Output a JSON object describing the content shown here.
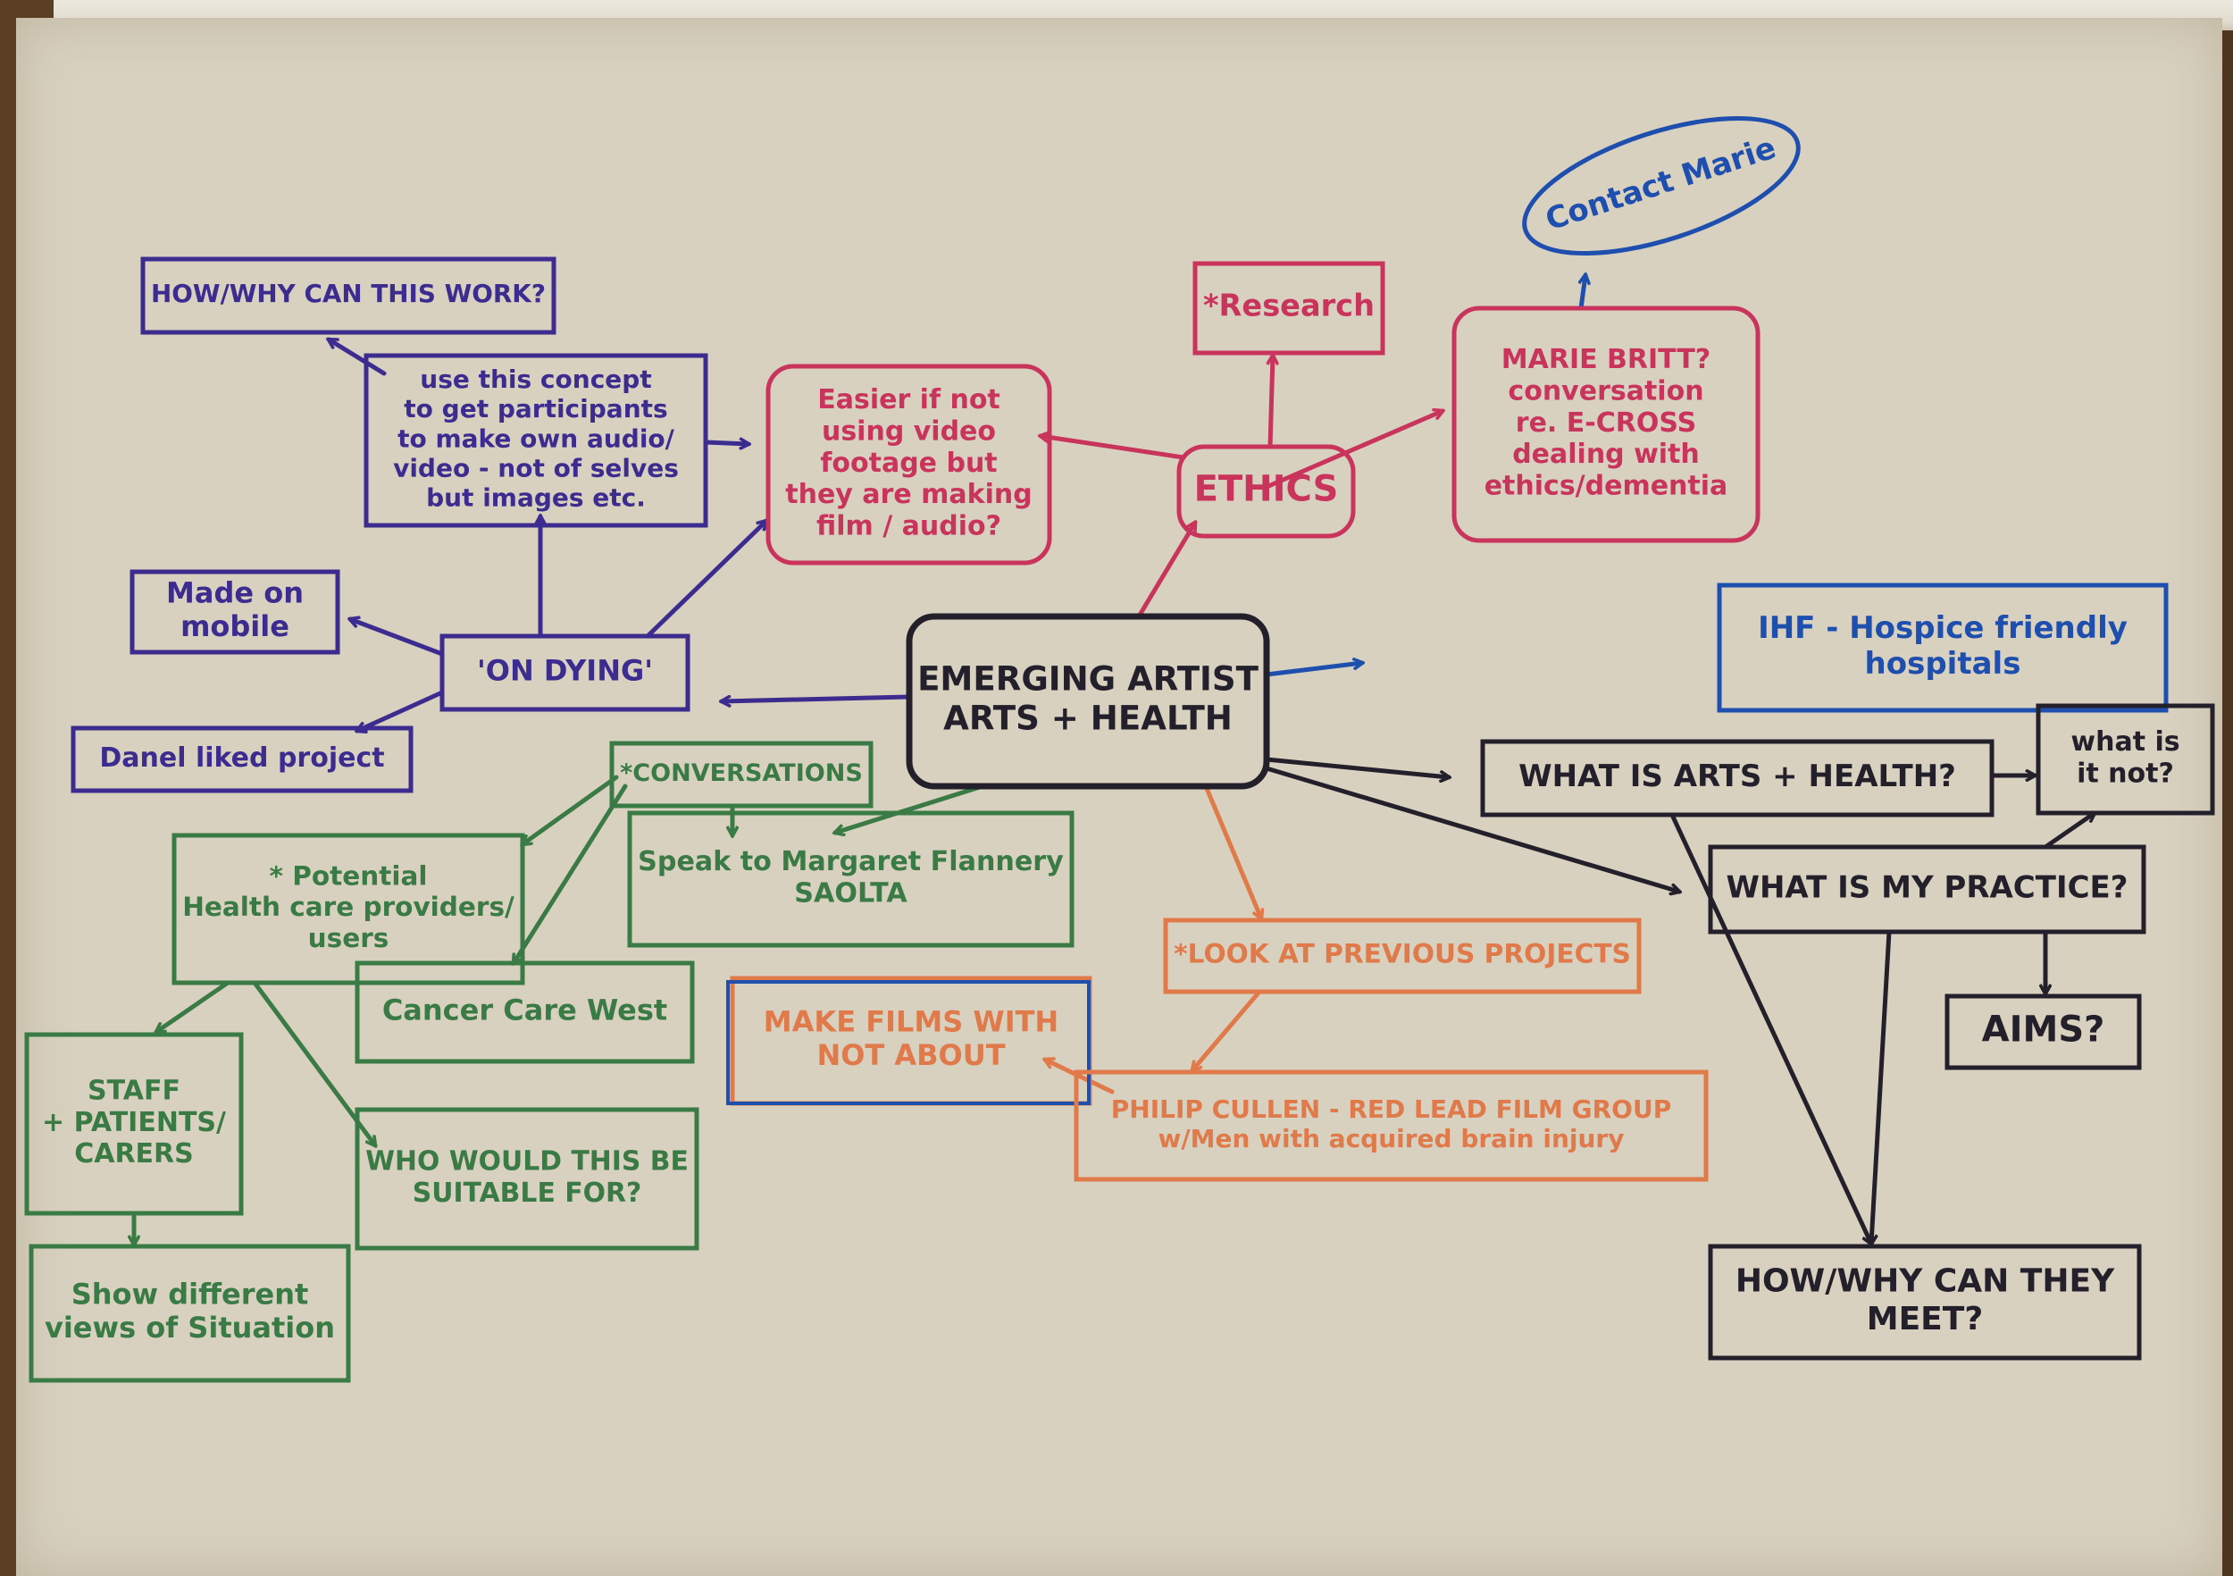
{
  "colors": {
    "black": "#23202c",
    "purple": "#3d2c8f",
    "red": "#c8345c",
    "blue": "#1e4fae",
    "green": "#3a7a45",
    "orange": "#e07a4a"
  },
  "nodes": {
    "center": [
      "EMERGING ARTIST",
      "ARTS + HEALTH"
    ],
    "how_why_work": [
      "HOW/WHY CAN THIS WORK?"
    ],
    "use_concept": [
      "use this concept",
      "to get participants",
      "to make own audio/",
      "video - not of selves",
      "but images etc."
    ],
    "made_on_mobile": [
      "Made on",
      "mobile"
    ],
    "on_dying": [
      "'ON DYING'"
    ],
    "daniel_liked": [
      "Danel liked project"
    ],
    "easier_if_not": [
      "Easier if not",
      "using video",
      "footage but",
      "they are making",
      "film / audio?"
    ],
    "research": [
      "*Research"
    ],
    "ethics": [
      "ETHICS"
    ],
    "marie_britt": [
      "MARIE BRITT?",
      "conversation",
      "re. E-CROSS",
      "dealing with",
      "ethics/dementia"
    ],
    "contact_marie": [
      "Contact Marie"
    ],
    "ihf": [
      "IHF - Hospice friendly",
      "hospitals"
    ],
    "what_is_arts": [
      "WHAT IS ARTS + HEALTH?"
    ],
    "what_is_it_not": [
      "what is",
      "it not?"
    ],
    "what_is_practice": [
      "WHAT IS MY PRACTICE?"
    ],
    "aims": [
      "AIMS?"
    ],
    "how_why_meet": [
      "HOW/WHY CAN THEY",
      "MEET?"
    ],
    "conversations": [
      "*CONVERSATIONS"
    ],
    "potential_health": [
      "* Potential",
      "Health care providers/",
      "users"
    ],
    "speak_margaret": [
      "Speak to Margaret Flannery",
      "SAOLTA"
    ],
    "cancer_care": [
      "Cancer Care West"
    ],
    "staff_patients": [
      "STAFF",
      "+ PATIENTS/",
      "CARERS"
    ],
    "who_would": [
      "WHO WOULD THIS BE",
      "SUITABLE FOR?"
    ],
    "show_views": [
      "Show different",
      "views of Situation"
    ],
    "look_previous": [
      "*LOOK AT PREVIOUS PROJECTS"
    ],
    "make_films": [
      "MAKE FILMS WITH",
      "NOT ABOUT"
    ],
    "philip_cullen": [
      "PHILIP CULLEN - RED LEAD FILM GROUP",
      "w/Men with acquired brain injury"
    ]
  }
}
